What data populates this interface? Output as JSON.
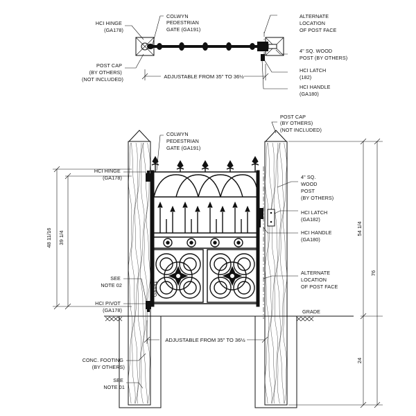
{
  "plan": {
    "hinge": [
      "HCI HINGE",
      "(GA178)"
    ],
    "gate": [
      "COLWYN",
      "PEDESTRIAN",
      "GATE (GA191)"
    ],
    "alt_post_face": [
      "ALTERNATE",
      "LOCATION",
      "OF POST FACE"
    ],
    "post_cap": [
      "POST CAP",
      "(BY OTHERS)",
      "(NOT INCLUDED)"
    ],
    "wood_post": [
      "4\" SQ. WOOD",
      "POST (BY OTHERS)"
    ],
    "latch": [
      "HCI LATCH",
      "(182)"
    ],
    "handle": [
      "HCI HANDLE",
      "(GA180)"
    ],
    "adjustable": "ADJUSTABLE FROM 35\" TO 36½"
  },
  "elevation": {
    "post_cap": [
      "POST CAP",
      "(BY OTHERS)",
      "(NOT INCLUDED)"
    ],
    "gate": [
      "COLWYN",
      "PEDESTRIAN",
      "GATE (GA191)"
    ],
    "hinge": [
      "HCI HINGE",
      "(GA178)"
    ],
    "wood_post": [
      "4\" SQ.",
      "WOOD",
      "POST",
      "(BY OTHERS)"
    ],
    "latch": [
      "HCI LATCH",
      "(GA182)"
    ],
    "handle": [
      "HCI HANDLE",
      "(GA180)"
    ],
    "see_note_02": [
      "SEE",
      "NOTE 02"
    ],
    "alt_post_face": [
      "ALTERNATE",
      "LOCATION",
      "OF POST FACE"
    ],
    "pivot": [
      "HCI PIVOT",
      "(GA178)"
    ],
    "grade": "GRADE",
    "adjustable": "ADJUSTABLE FROM 35\" TO 36½",
    "footing": [
      "CONC. FOOTING",
      "(BY OTHERS)"
    ],
    "see_note_01": [
      "SEE",
      "NOTE 01"
    ],
    "gate_tag": "GA191"
  },
  "dimensions": {
    "overall_gate_height": "48 11/16",
    "panel_height": "39 1/4",
    "post_above_grade": "54 1/4",
    "post_total": "76",
    "footing_depth": "24"
  }
}
